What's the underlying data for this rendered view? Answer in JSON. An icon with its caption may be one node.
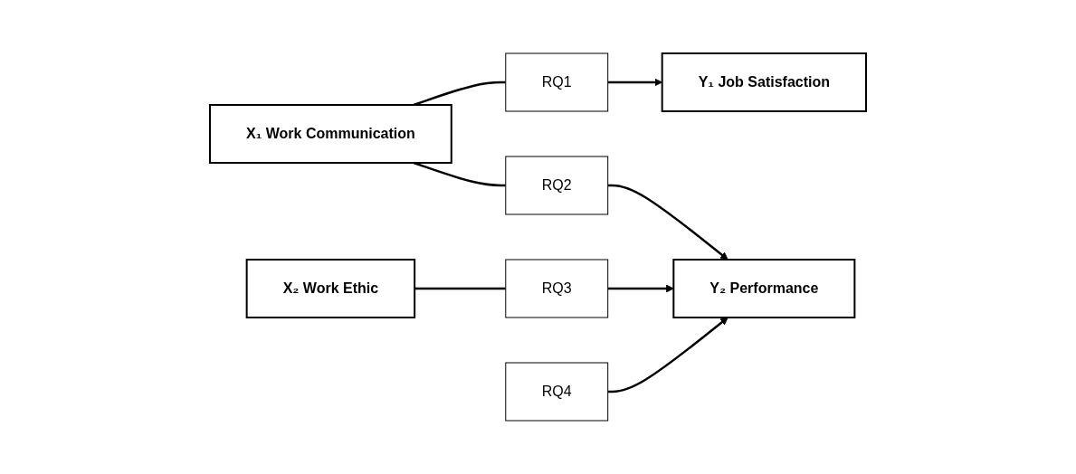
{
  "diagram": {
    "nodes": [
      {
        "text": [
          "X₁ Work Communication"
        ]
      },
      {
        "text": [
          "RQ1"
        ]
      },
      {
        "text": [
          "Y₁ Job Satisfaction"
        ]
      },
      {
        "text": [
          "RQ2"
        ]
      },
      {
        "text": [
          "RQ4"
        ]
      },
      {
        "text": [
          "X₂ Work Ethic"
        ]
      },
      {
        "text": [
          "RQ3"
        ]
      },
      {
        "text": [
          "Y₂ Performance"
        ]
      }
    ],
    "edges": [
      {
        "from": 0,
        "to": 1,
        "arrow": "none"
      },
      {
        "from": 1,
        "to": 2,
        "arrow": "to"
      },
      {
        "from": 0,
        "to": 3,
        "arrow": "none"
      },
      {
        "from": 3,
        "to": 7,
        "arrow": "to"
      },
      {
        "from": 5,
        "to": 6,
        "arrow": "none"
      },
      {
        "from": 6,
        "to": 7,
        "arrow": "to"
      },
      {
        "from": 4,
        "to": 7,
        "arrow": "to"
      }
    ]
  }
}
